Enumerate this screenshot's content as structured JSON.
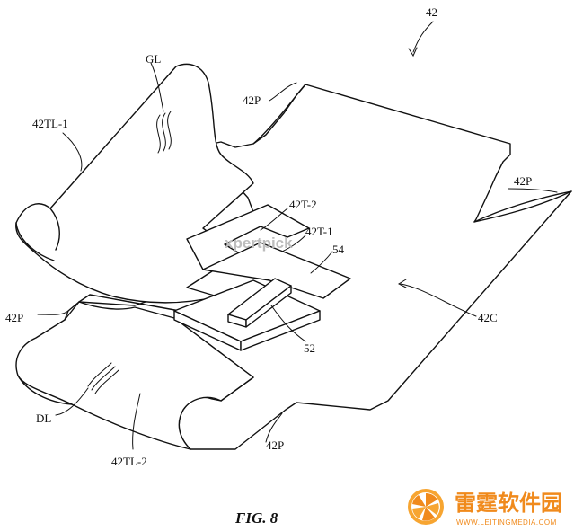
{
  "figure": {
    "caption": "FIG. 8",
    "labels": {
      "ref_42": "42",
      "ref_42p_top": "42P",
      "ref_42p_right": "42P",
      "ref_42p_left": "42P",
      "ref_42p_bottom": "42P",
      "ref_gl": "GL",
      "ref_42tl1": "42TL-1",
      "ref_42t2": "42T-2",
      "ref_42t1": "42T-1",
      "ref_54": "54",
      "ref_52": "52",
      "ref_42c": "42C",
      "ref_dl": "DL",
      "ref_42tl2": "42TL-2"
    }
  },
  "watermark": {
    "text": "xpertpick"
  },
  "logo": {
    "chinese_text": "雷霆软件园",
    "url_text": "WWW.LEITINGMEDIA.COM",
    "brand_color": "#f08a1c"
  }
}
